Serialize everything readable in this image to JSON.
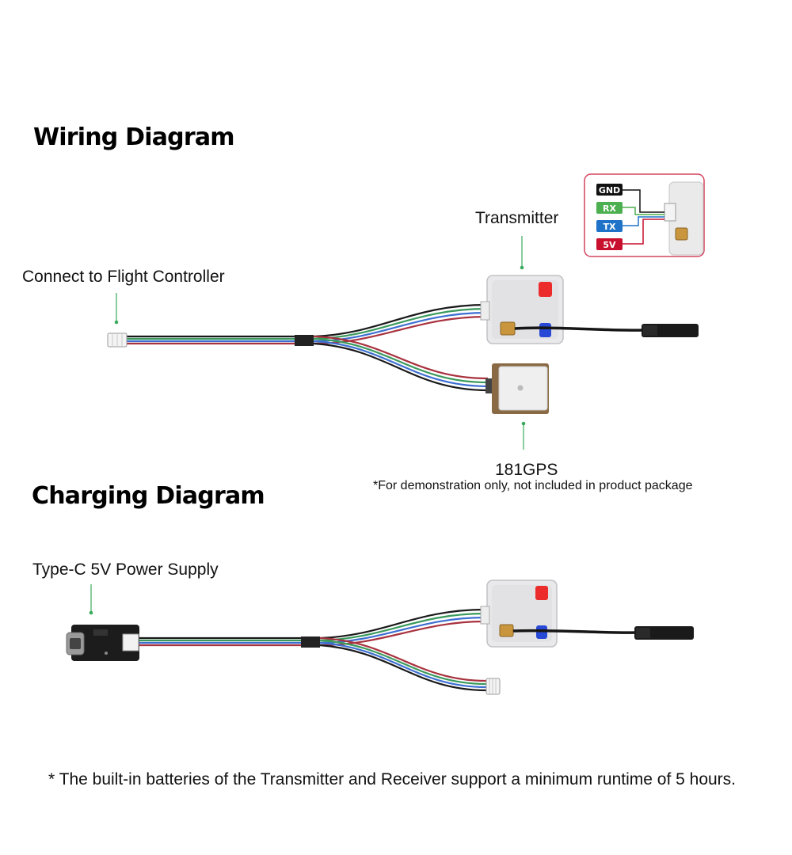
{
  "wiring": {
    "title": "Wiring Diagram",
    "fc_label": "Connect to Flight Controller",
    "transmitter_label": "Transmitter",
    "gps_label": "181GPS",
    "gps_note": "*For demonstration only, not included in product package",
    "pinout": [
      "GND",
      "RX",
      "TX",
      "5V"
    ]
  },
  "charging": {
    "title": "Charging Diagram",
    "power_label": "Type-C 5V Power Supply"
  },
  "footnote": "* The built-in batteries of the Transmitter and Receiver support a minimum runtime of 5 hours.",
  "colors": {
    "wire_black": "#1a1a1a",
    "wire_green": "#3a9a5c",
    "wire_blue": "#3d6fd1",
    "wire_red": "#a8323e",
    "pointer_green": "#3aaa5c",
    "inset_border": "#d4455e",
    "pin_gnd": "#111111",
    "pin_rx": "#4caf50",
    "pin_tx": "#1e73c8",
    "pin_5v": "#c8102e"
  }
}
